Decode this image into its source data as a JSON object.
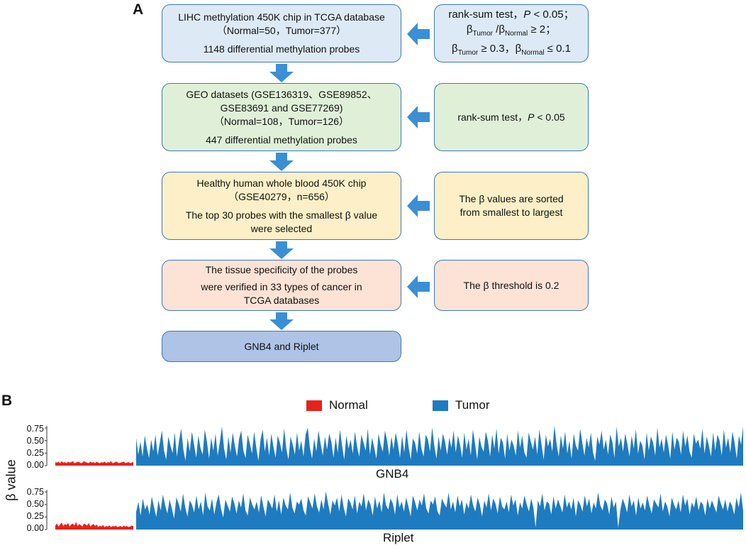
{
  "panels": {
    "a": "A",
    "b": "B"
  },
  "flow": {
    "step1": {
      "line1": "LIHC methylation 450K chip in TCGA database",
      "line2": "（Normal=50，Tumor=377）",
      "line3": "1148 differential methylation probes"
    },
    "step2": {
      "line1": "GEO datasets (GSE136319、GSE89852、",
      "line2": "GSE83691 and GSE77269)",
      "line3": "（Normal=108，Tumor=126）",
      "line4": "447 differential methylation probes"
    },
    "step3": {
      "line1": "Healthy human whole blood 450K chip",
      "line2": "（GSE40279，n=656）",
      "line3": "The top 30 probes with the smallest β value",
      "line4": "were selected"
    },
    "step4": {
      "line1": "The tissue specificity of the probes",
      "line2": "were verified in 33 types of cancer in",
      "line3": "TCGA databases"
    },
    "step5": {
      "line1": "GNB4 and Riplet"
    }
  },
  "criteria": {
    "c1": {
      "l1a": "rank-sum test，",
      "l1b": "P",
      "l1c": " < 0.05；",
      "beta": "β",
      "tumor": "Tumor",
      "slash": " /β",
      "normal": "Normal",
      "l2end": " ≥ 2；",
      "l3a": " ≥ 0.3，β",
      "l3end": " ≤ 0.1"
    },
    "c2": {
      "l1a": "rank-sum test，",
      "l1b": "P",
      "l1c": " < 0.05"
    },
    "c3": {
      "line1": "The β values are sorted",
      "line2": "from smallest to largest"
    },
    "c4": {
      "line1": "The β threshold is 0.2"
    }
  },
  "colors": {
    "normal": "#e8211b",
    "tumor": "#1f7bbf",
    "arrow": "#3b8fd4",
    "border": "#3a7ab8"
  },
  "chart_data": [
    {
      "type": "area",
      "title": "GNB4",
      "ylabel": "β value",
      "ylim": [
        0,
        0.85
      ],
      "yticks": [
        "0.75",
        "0.50",
        "0.25",
        "0.00"
      ],
      "legend": {
        "position": "top-center",
        "entries": [
          "Normal",
          "Tumor"
        ]
      },
      "series": [
        {
          "name": "Normal",
          "values": [
            0.07,
            0.06,
            0.08,
            0.05,
            0.09,
            0.06,
            0.07,
            0.05,
            0.08,
            0.06,
            0.07,
            0.09,
            0.05,
            0.06,
            0.08,
            0.07,
            0.05,
            0.06,
            0.09,
            0.07,
            0.06,
            0.05,
            0.08,
            0.06,
            0.07,
            0.05,
            0.08,
            0.06,
            0.05,
            0.07,
            0.06,
            0.08,
            0.05,
            0.07,
            0.06,
            0.09,
            0.05,
            0.06,
            0.08,
            0.07,
            0.05,
            0.06,
            0.07,
            0.08,
            0.05,
            0.06,
            0.07,
            0.05,
            0.06,
            0.08
          ]
        },
        {
          "name": "Tumor",
          "values": [
            0.55,
            0.22,
            0.48,
            0.18,
            0.6,
            0.35,
            0.15,
            0.52,
            0.28,
            0.62,
            0.2,
            0.45,
            0.7,
            0.3,
            0.12,
            0.58,
            0.4,
            0.25,
            0.66,
            0.18,
            0.5,
            0.74,
            0.32,
            0.1,
            0.55,
            0.28,
            0.68,
            0.42,
            0.16,
            0.6,
            0.35,
            0.22,
            0.72,
            0.48,
            0.14,
            0.56,
            0.3,
            0.64,
            0.2,
            0.46,
            0.78,
            0.34,
            0.12,
            0.58,
            0.26,
            0.66,
            0.4,
            0.18,
            0.54,
            0.7,
            0.3,
            0.15,
            0.62,
            0.44,
            0.24,
            0.68,
            0.36,
            0.1,
            0.52,
            0.72,
            0.28,
            0.56,
            0.2,
            0.64,
            0.38,
            0.16,
            0.6,
            0.46,
            0.26,
            0.74,
            0.34,
            0.12,
            0.58,
            0.42,
            0.22,
            0.66,
            0.3,
            0.5,
            0.18,
            0.62,
            0.76,
            0.36,
            0.14,
            0.54,
            0.28,
            0.7,
            0.44,
            0.2,
            0.58,
            0.32,
            0.64,
            0.48,
            0.16,
            0.56,
            0.26,
            0.72,
            0.4,
            0.12,
            0.6,
            0.34,
            0.52,
            0.24,
            0.68,
            0.38,
            0.18,
            0.62,
            0.46,
            0.3,
            0.74,
            0.22,
            0.56,
            0.36,
            0.14,
            0.64,
            0.42,
            0.28,
            0.7,
            0.5,
            0.2,
            0.58,
            0.32,
            0.66,
            0.44,
            0.16,
            0.6,
            0.26,
            0.72,
            0.38,
            0.12,
            0.54,
            0.46,
            0.24,
            0.68,
            0.34,
            0.18,
            0.62,
            0.52,
            0.28,
            0.76,
            0.4,
            0.14,
            0.58,
            0.3,
            0.64,
            0.48,
            0.22,
            0.56,
            0.36,
            0.7,
            0.26,
            0.6,
            0.42,
            0.16,
            0.66,
            0.32,
            0.54,
            0.2,
            0.72,
            0.44,
            0.12,
            0.58,
            0.38,
            0.28,
            0.68,
            0.5,
            0.18,
            0.62,
            0.34,
            0.74,
            0.24,
            0.56,
            0.46,
            0.14,
            0.64,
            0.3,
            0.52,
            0.4,
            0.2,
            0.7,
            0.36,
            0.6,
            0.26,
            0.16,
            0.66,
            0.48,
            0.32,
            0.58,
            0.22,
            0.72,
            0.42,
            0.12,
            0.62,
            0.38,
            0.54,
            0.28,
            0.8,
            0.44,
            0.18,
            0.6,
            0.34,
            0.68,
            0.24,
            0.5,
            0.14,
            0.64,
            0.4,
            0.3,
            0.74,
            0.46,
            0.2,
            0.56,
            0.36,
            0.66,
            0.26,
            0.1,
            0.58,
            0.42,
            0.7,
            0.32,
            0.52,
            0.22,
            0.62,
            0.48,
            0.16,
            0.78,
            0.38,
            0.56,
            0.28,
            0.64,
            0.44,
            0.18,
            0.6,
            0.34,
            0.72,
            0.24,
            0.5,
            0.4,
            0.12,
            0.66,
            0.3,
            0.58,
            0.46,
            0.2,
            0.76,
            0.36,
            0.54,
            0.26,
            0.62,
            0.42,
            0.14,
            0.68,
            0.32,
            0.56,
            0.48,
            0.22,
            0.7,
            0.38,
            0.6,
            0.28,
            0.16,
            0.64,
            0.44,
            0.52,
            0.34,
            0.74,
            0.24,
            0.58,
            0.4,
            0.18,
            0.66,
            0.3,
            0.62,
            0.5,
            0.2,
            0.72,
            0.36,
            0.56,
            0.26,
            0.68,
            0.46,
            0.14,
            0.6,
            0.42,
            0.78
          ]
        }
      ]
    },
    {
      "type": "area",
      "title": "Riplet",
      "ylabel": "β value",
      "ylim": [
        0,
        0.85
      ],
      "yticks": [
        "0.75",
        "0.50",
        "0.25",
        "0.00"
      ],
      "series": [
        {
          "name": "Normal",
          "values": [
            0.08,
            0.12,
            0.06,
            0.1,
            0.14,
            0.07,
            0.11,
            0.09,
            0.13,
            0.06,
            0.1,
            0.12,
            0.08,
            0.15,
            0.07,
            0.11,
            0.09,
            0.06,
            0.12,
            0.1,
            0.08,
            0.13,
            0.06,
            0.09,
            0.11,
            0.07,
            0.1,
            0.05,
            0.08,
            0.06,
            0.09,
            0.05,
            0.07,
            0.06,
            0.08,
            0.05,
            0.07,
            0.06,
            0.08,
            0.05,
            0.06,
            0.07,
            0.05,
            0.08,
            0.06,
            0.07,
            0.05,
            0.06,
            0.08,
            0.07
          ]
        },
        {
          "name": "Tumor",
          "values": [
            0.35,
            0.55,
            0.28,
            0.62,
            0.4,
            0.5,
            0.3,
            0.66,
            0.45,
            0.25,
            0.58,
            0.38,
            0.7,
            0.48,
            0.32,
            0.6,
            0.42,
            0.22,
            0.64,
            0.52,
            0.36,
            0.72,
            0.44,
            0.26,
            0.58,
            0.5,
            0.34,
            0.68,
            0.4,
            0.56,
            0.28,
            0.74,
            0.46,
            0.38,
            0.62,
            0.3,
            0.54,
            0.7,
            0.42,
            0.24,
            0.6,
            0.48,
            0.36,
            0.66,
            0.52,
            0.32,
            0.58,
            0.44,
            0.72,
            0.38,
            0.28,
            0.64,
            0.5,
            0.4,
            0.56,
            0.34,
            0.68,
            0.46,
            0.26,
            0.6,
            0.52,
            0.42,
            0.7,
            0.36,
            0.58,
            0.3,
            0.64,
            0.48,
            0.4,
            0.74,
            0.44,
            0.32,
            0.56,
            0.5,
            0.62,
            0.38,
            0.28,
            0.66,
            0.54,
            0.42,
            0.72,
            0.46,
            0.34,
            0.6,
            0.4,
            0.76,
            0.52,
            0.3,
            0.58,
            0.48,
            0.64,
            0.36,
            0.7,
            0.44,
            0.26,
            0.62,
            0.54,
            0.4,
            0.68,
            0.32,
            0.56,
            0.46,
            0.72,
            0.38,
            0.6,
            0.5,
            0.28,
            0.66,
            0.42,
            0.58,
            0.34,
            0.74,
            0.48,
            0.4,
            0.62,
            0.52,
            0.3,
            0.7,
            0.44,
            0.56,
            0.36,
            0.64,
            0.46,
            0.26,
            0.68,
            0.54,
            0.38,
            0.6,
            0.48,
            0.72,
            0.42,
            0.32,
            0.58,
            0.5,
            0.66,
            0.36,
            0.28,
            0.62,
            0.52,
            0.44,
            0.74,
            0.4,
            0.56,
            0.34,
            0.68,
            0.46,
            0.6,
            0.3,
            0.54,
            0.42,
            0.7,
            0.48,
            0.36,
            0.64,
            0.5,
            0.26,
            0.58,
            0.44,
            0.72,
            0.38,
            0.62,
            0.52,
            0.32,
            0.66,
            0.46,
            0.4,
            0.56,
            0.34,
            0.7,
            0.48,
            0.6,
            0.28,
            0.54,
            0.42,
            0.68,
            0.5,
            0.36,
            0.62,
            0.44,
            0.04,
            0.58,
            0.46,
            0.72,
            0.38,
            0.56,
            0.52,
            0.3,
            0.66,
            0.42,
            0.6,
            0.48,
            0.34,
            0.7,
            0.44,
            0.56,
            0.4,
            0.64,
            0.26,
            0.58,
            0.5,
            0.36,
            0.68,
            0.46,
            0.62,
            0.32,
            0.54,
            0.42,
            0.74,
            0.48,
            0.38,
            0.6,
            0.52,
            0.3,
            0.66,
            0.44,
            0.56,
            0.04,
            0.4,
            0.62,
            0.5,
            0.34,
            0.7,
            0.46,
            0.58,
            0.28,
            0.64,
            0.42,
            0.54,
            0.38,
            0.68,
            0.48,
            0.32,
            0.6,
            0.52,
            0.44,
            0.72,
            0.36,
            0.56,
            0.46,
            0.26,
            0.64,
            0.5,
            0.4,
            0.58,
            0.34,
            0.7,
            0.48,
            0.62,
            0.3,
            0.54,
            0.44,
            0.66,
            0.38,
            0.56,
            0.5,
            0.28,
            0.62,
            0.42,
            0.58,
            0.46,
            0.34,
            0.68,
            0.52,
            0.4,
            0.6,
            0.36,
            0.56,
            0.48,
            0.3,
            0.64,
            0.44,
            0.74,
            0.38
          ]
        }
      ]
    }
  ]
}
